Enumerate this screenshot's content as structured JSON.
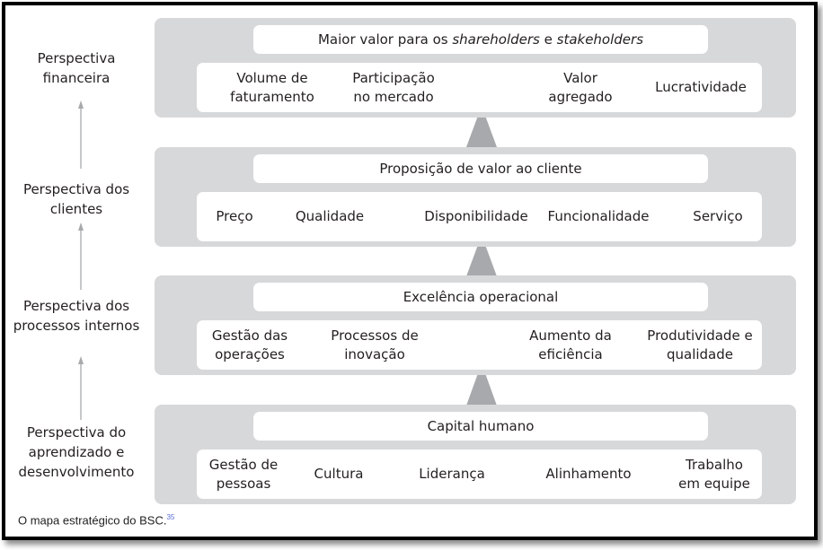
{
  "perspectives": [
    {
      "label": "Perspectiva financeira",
      "title_pre": "Maior valor para os ",
      "title_em1": "shareholders",
      "title_mid": " e ",
      "title_em2": "stakeholders",
      "items": [
        "Volume de faturamento",
        "Participação no mercado",
        "Valor agregado",
        "Lucratividade"
      ]
    },
    {
      "label": "Perspectiva dos clientes",
      "title": "Proposição de valor ao cliente",
      "items": [
        "Preço",
        "Qualidade",
        "Disponibilidade",
        "Funcionalidade",
        "Serviço"
      ]
    },
    {
      "label": "Perspectiva dos processos internos",
      "title": "Excelência operacional",
      "items": [
        "Gestão das operações",
        "Processos de inovação",
        "Aumento da eficiência",
        "Produtividade e qualidade"
      ]
    },
    {
      "label": "Perspectiva do aprendizado e desenvolvimento",
      "title": "Capital humano",
      "items": [
        "Gestão de pessoas",
        "Cultura",
        "Liderança",
        "Alinhamento",
        "Trabalho em equipe"
      ]
    }
  ],
  "caption": "O mapa estratégico do BSC.",
  "caption_ref": "35"
}
